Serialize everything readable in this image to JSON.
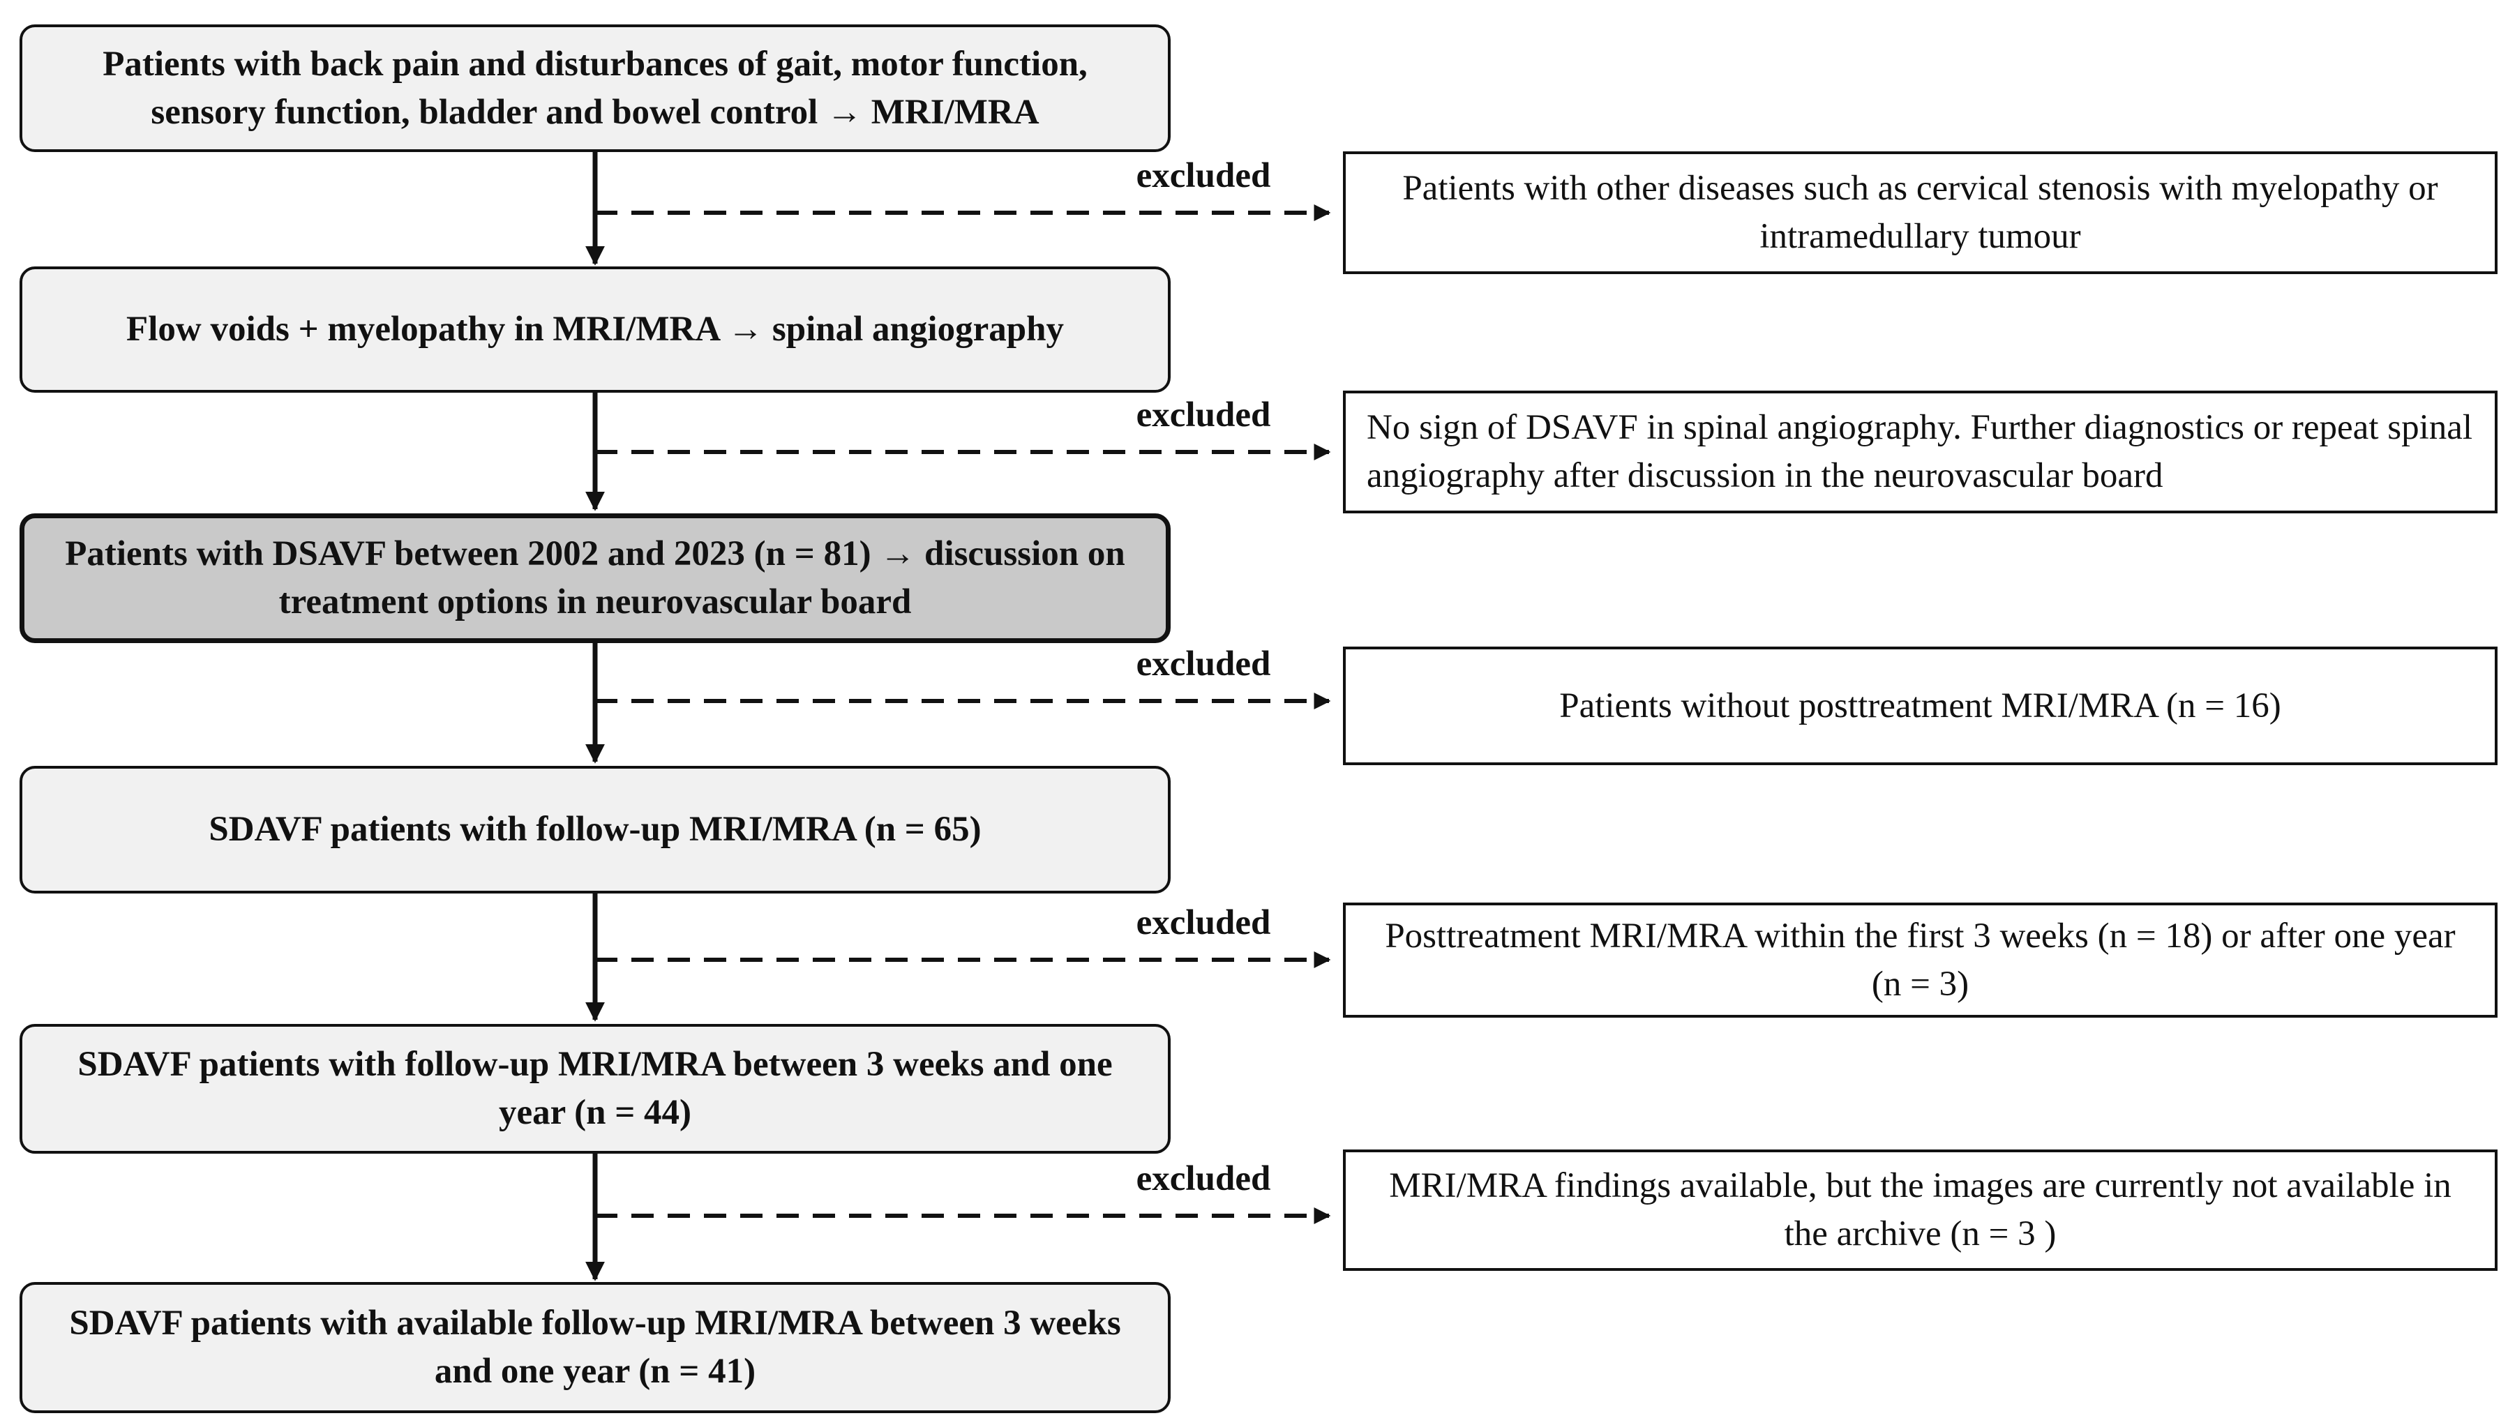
{
  "flow": {
    "steps": [
      {
        "text": "Patients with back pain and disturbances of gait, motor function, sensory function, bladder and bowel control → MRI/MRA"
      },
      {
        "text": "Flow voids + myelopathy in MRI/MRA → spinal angiography"
      },
      {
        "text": "Patients with DSAVF between 2002 and 2023 (n = 81) → discussion on treatment options in neurovascular board"
      },
      {
        "text": "SDAVF patients with follow-up MRI/MRA (n = 65)"
      },
      {
        "text": "SDAVF patients with follow-up MRI/MRA between 3 weeks and one year (n = 44)"
      },
      {
        "text": "SDAVF patients with available follow-up MRI/MRA between 3 weeks and one year (n = 41)"
      }
    ],
    "exclusions": [
      {
        "label": "excluded",
        "text": "Patients with other diseases such as cervical stenosis with myelopathy or intramedullary tumour"
      },
      {
        "label": "excluded",
        "text": "No sign of DSAVF in spinal angiography. Further diagnostics or repeat spinal angiography after discussion in the neurovascular board"
      },
      {
        "label": "excluded",
        "text": "Patients without posttreatment MRI/MRA (n = 16)"
      },
      {
        "label": "excluded",
        "text": "Posttreatment MRI/MRA within the first 3 weeks (n = 18) or after one year (n = 3)"
      },
      {
        "label": "excluded",
        "text": "MRI/MRA findings available, but the images are currently not available in the archive (n = 3 )"
      }
    ]
  },
  "colors": {
    "box_fill": "#f1f1f1",
    "highlight_fill": "#c9c9c9",
    "line": "#111111"
  }
}
